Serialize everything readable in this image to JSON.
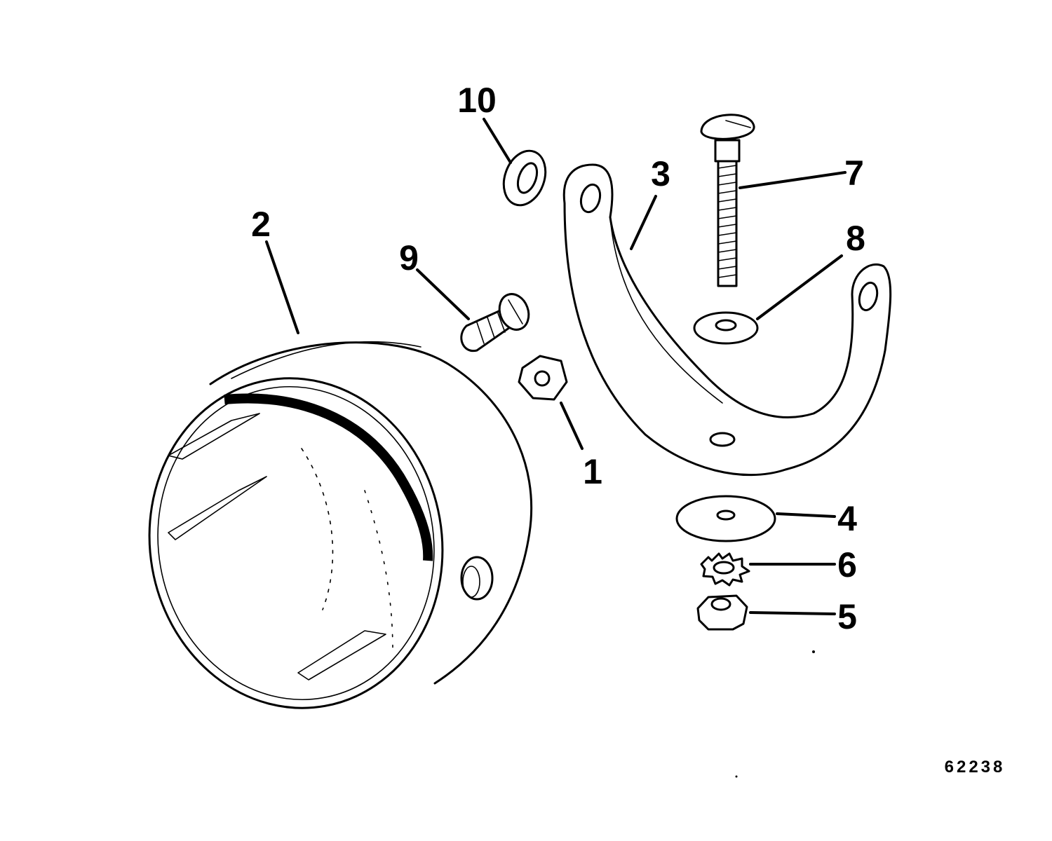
{
  "callouts": {
    "c1": "1",
    "c2": "2",
    "c3": "3",
    "c4": "4",
    "c5": "5",
    "c6": "6",
    "c7": "7",
    "c8": "8",
    "c9": "9",
    "c10": "10"
  },
  "figure_number": "62238"
}
